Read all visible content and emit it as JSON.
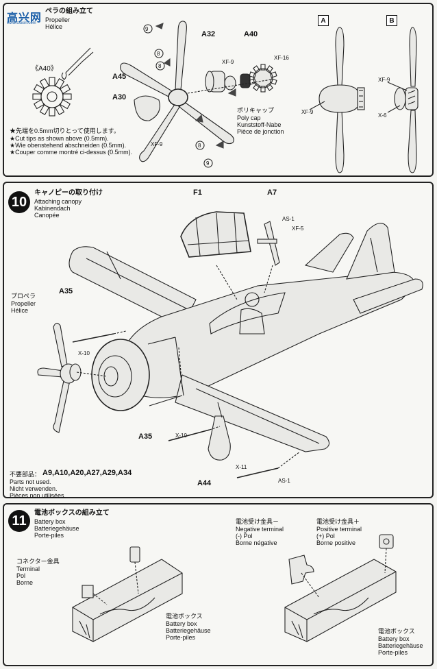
{
  "watermark": {
    "logo_text": "高兴网",
    "logo_sub": "www.ciuxin.com"
  },
  "step9": {
    "title_jp": "ペラの組み立て",
    "title_en": "Propeller",
    "title_fr": "Hélice",
    "view_a": "A",
    "view_b": "B",
    "part_label_a40": "《A40》",
    "callouts": {
      "a32": "A32",
      "a40": "A40",
      "a45": "A45",
      "a30": "A30"
    },
    "circled": {
      "n9": "9",
      "n8": "8"
    },
    "paints": {
      "xf9": "XF-9",
      "xf16": "XF-16",
      "x6": "X-6"
    },
    "polycap_jp": "ポリキャップ",
    "polycap_en": "Poly cap",
    "polycap_de": "Kunststoff-Nabe",
    "polycap_fr": "Pièce de jonction",
    "note_jp": "★先端を0.5mm切りとって使用します。",
    "note_en": "★Cut tips as shown above (0.5mm).",
    "note_de": "★Wie obenstehend abschneiden (0.5mm).",
    "note_fr": "★Couper comme montré ci-dessus (0.5mm)."
  },
  "step10": {
    "number": "10",
    "title_jp": "キャノピーの取り付け",
    "title_en": "Attaching canopy",
    "title_de": "Kabinendach",
    "title_fr": "Canopée",
    "callouts": {
      "f1": "F1",
      "a7": "A7",
      "a35": "A35",
      "a44": "A44"
    },
    "paints": {
      "as1": "AS-1",
      "xf5": "XF-5",
      "x10": "X-10",
      "x11": "X-11"
    },
    "prop_jp": "プロペラ",
    "prop_en": "Propeller",
    "prop_fr": "Hélice",
    "unused_jp": "不要部品：",
    "unused_parts": "A9,A10,A20,A27,A29,A34",
    "unused_en": "Parts not used.",
    "unused_de": "Nicht verwenden.",
    "unused_fr": "Pièces non utilisées."
  },
  "step11": {
    "number": "11",
    "title_jp": "電池ボックスの組み立て",
    "title_en": "Battery box",
    "title_de": "Batteriegehäuse",
    "title_fr": "Porte-piles",
    "terminal_jp": "コネクター金具",
    "terminal_en": "Terminal",
    "terminal_de": "Pol",
    "terminal_fr": "Borne",
    "neg_jp": "電池受け金具－",
    "neg_en": "Negative terminal",
    "neg_de": "(-) Pol",
    "neg_fr": "Borne négative",
    "pos_jp": "電池受け金具＋",
    "pos_en": "Positive terminal",
    "pos_de": "(+) Pol",
    "pos_fr": "Borne positive",
    "box_jp": "電池ボックス",
    "box_en": "Battery box",
    "box_de": "Batteriegehäuse",
    "box_fr": "Porte-piles"
  }
}
